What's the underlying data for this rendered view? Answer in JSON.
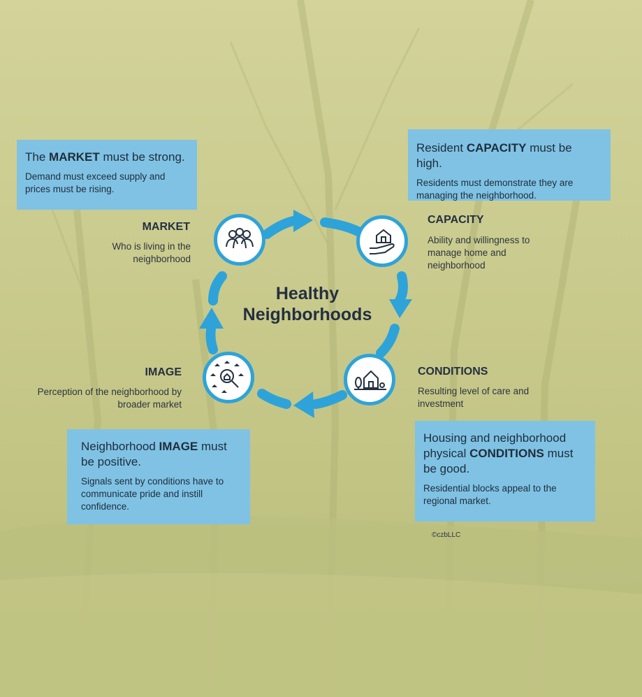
{
  "center": {
    "line1": "Healthy",
    "line2": "Neighborhoods"
  },
  "market": {
    "box_pre": "The ",
    "box_bold": "MARKET",
    "box_post": " must be strong.",
    "box_sub": "Demand must exceed supply and prices must be rising.",
    "title": "MARKET",
    "desc": "Who is living in the neighborhood",
    "icon": "people-group-icon"
  },
  "capacity": {
    "box_pre": "Resident ",
    "box_bold": "CAPACITY",
    "box_post": " must be high.",
    "box_sub": "Residents must demonstrate they are managing the neighborhood.",
    "title": "CAPACITY",
    "desc": "Ability and willingness to manage home and neighborhood",
    "icon": "hand-holding-house-icon"
  },
  "conditions": {
    "box_pre": "Housing and neighborhood physical ",
    "box_bold": "CONDITIONS",
    "box_post": " must be good.",
    "box_sub": "Residential blocks appeal to the regional market.",
    "title": "CONDITIONS",
    "desc": "Resulting level of care and investment",
    "icon": "house-with-trees-icon"
  },
  "image": {
    "box_pre": "Neighborhood ",
    "box_bold": "IMAGE",
    "box_post": " must be positive.",
    "box_sub": "Signals sent by conditions have to communicate pride and instill confidence.",
    "title": "IMAGE",
    "desc": "Perception of the neighborhood by broader market",
    "icon": "magnifier-house-icon"
  },
  "copyright": "©czbLLC",
  "colors": {
    "accent": "#2ea3d9",
    "box": "#7fc2e4",
    "background": "#c9c98a",
    "text": "#243040"
  }
}
